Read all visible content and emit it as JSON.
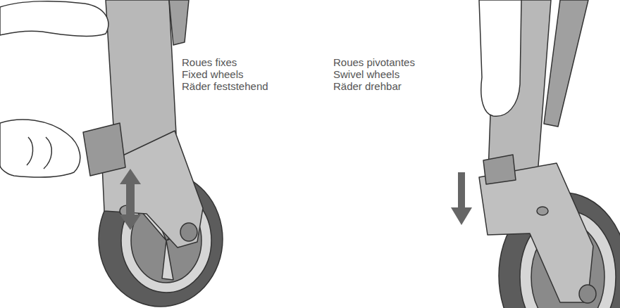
{
  "diagram": {
    "labels": [
      "Roues fixes",
      "Fixed wheels",
      "Räder feststehend",
      "Roues pivotantes",
      "Swivel wheels",
      "Räder drehbar"
    ]
  }
}
